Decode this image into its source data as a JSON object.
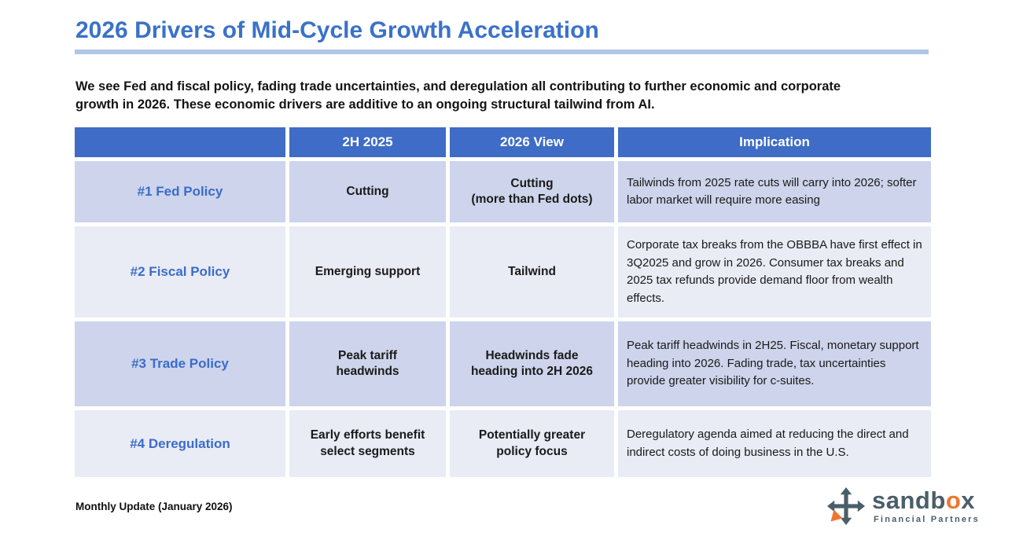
{
  "slide": {
    "title": "2026 Drivers of Mid-Cycle Growth Acceleration",
    "subtitle": "We see Fed and fiscal policy, fading trade uncertainties, and deregulation all contributing to further economic and corporate growth in 2026. These economic drivers are additive to an ongoing structural tailwind from AI."
  },
  "colors": {
    "title_blue": "#3a72c8",
    "divider_blue": "#b0c6e8",
    "header_bg": "#3e6cc6",
    "header_text": "#ffffff",
    "row_band_dark": "#cdd4eb",
    "row_band_light": "#e9ebf5",
    "label_blue": "#3b6cc8",
    "logo_slate": "#4a5e6a",
    "logo_orange": "#f0762f"
  },
  "table": {
    "headers": [
      "",
      "2H 2025",
      "2026 View",
      "Implication"
    ],
    "rows": [
      {
        "label": "#1 Fed Policy",
        "h2_2025": "Cutting",
        "view_2026": "Cutting\n(more than Fed dots)",
        "implication": "Tailwinds from 2025 rate cuts will carry into 2026; softer labor market will require more easing"
      },
      {
        "label": "#2 Fiscal Policy",
        "h2_2025": "Emerging support",
        "view_2026": "Tailwind",
        "implication": "Corporate tax breaks from the OBBBA have first effect in 3Q2025 and grow in 2026. Consumer tax breaks and 2025 tax refunds provide demand floor from wealth effects."
      },
      {
        "label": "#3 Trade Policy",
        "h2_2025": "Peak tariff\nheadwinds",
        "view_2026": "Headwinds fade\nheading into 2H 2026",
        "implication": "Peak tariff headwinds in 2H25. Fiscal, monetary support heading into 2026. Fading trade, tax uncertainties provide greater visibility for c-suites."
      },
      {
        "label": "#4 Deregulation",
        "h2_2025": "Early efforts benefit\nselect segments",
        "view_2026": "Potentially greater\npolicy focus",
        "implication": "Deregulatory agenda aimed at reducing the direct and indirect costs of doing business in the U.S."
      }
    ]
  },
  "footer": {
    "left_text": "Monthly Update (January 2026)",
    "logo": {
      "name_pre": "sandb",
      "name_o": "o",
      "name_post": "x",
      "subtext": "Financial Partners"
    }
  }
}
